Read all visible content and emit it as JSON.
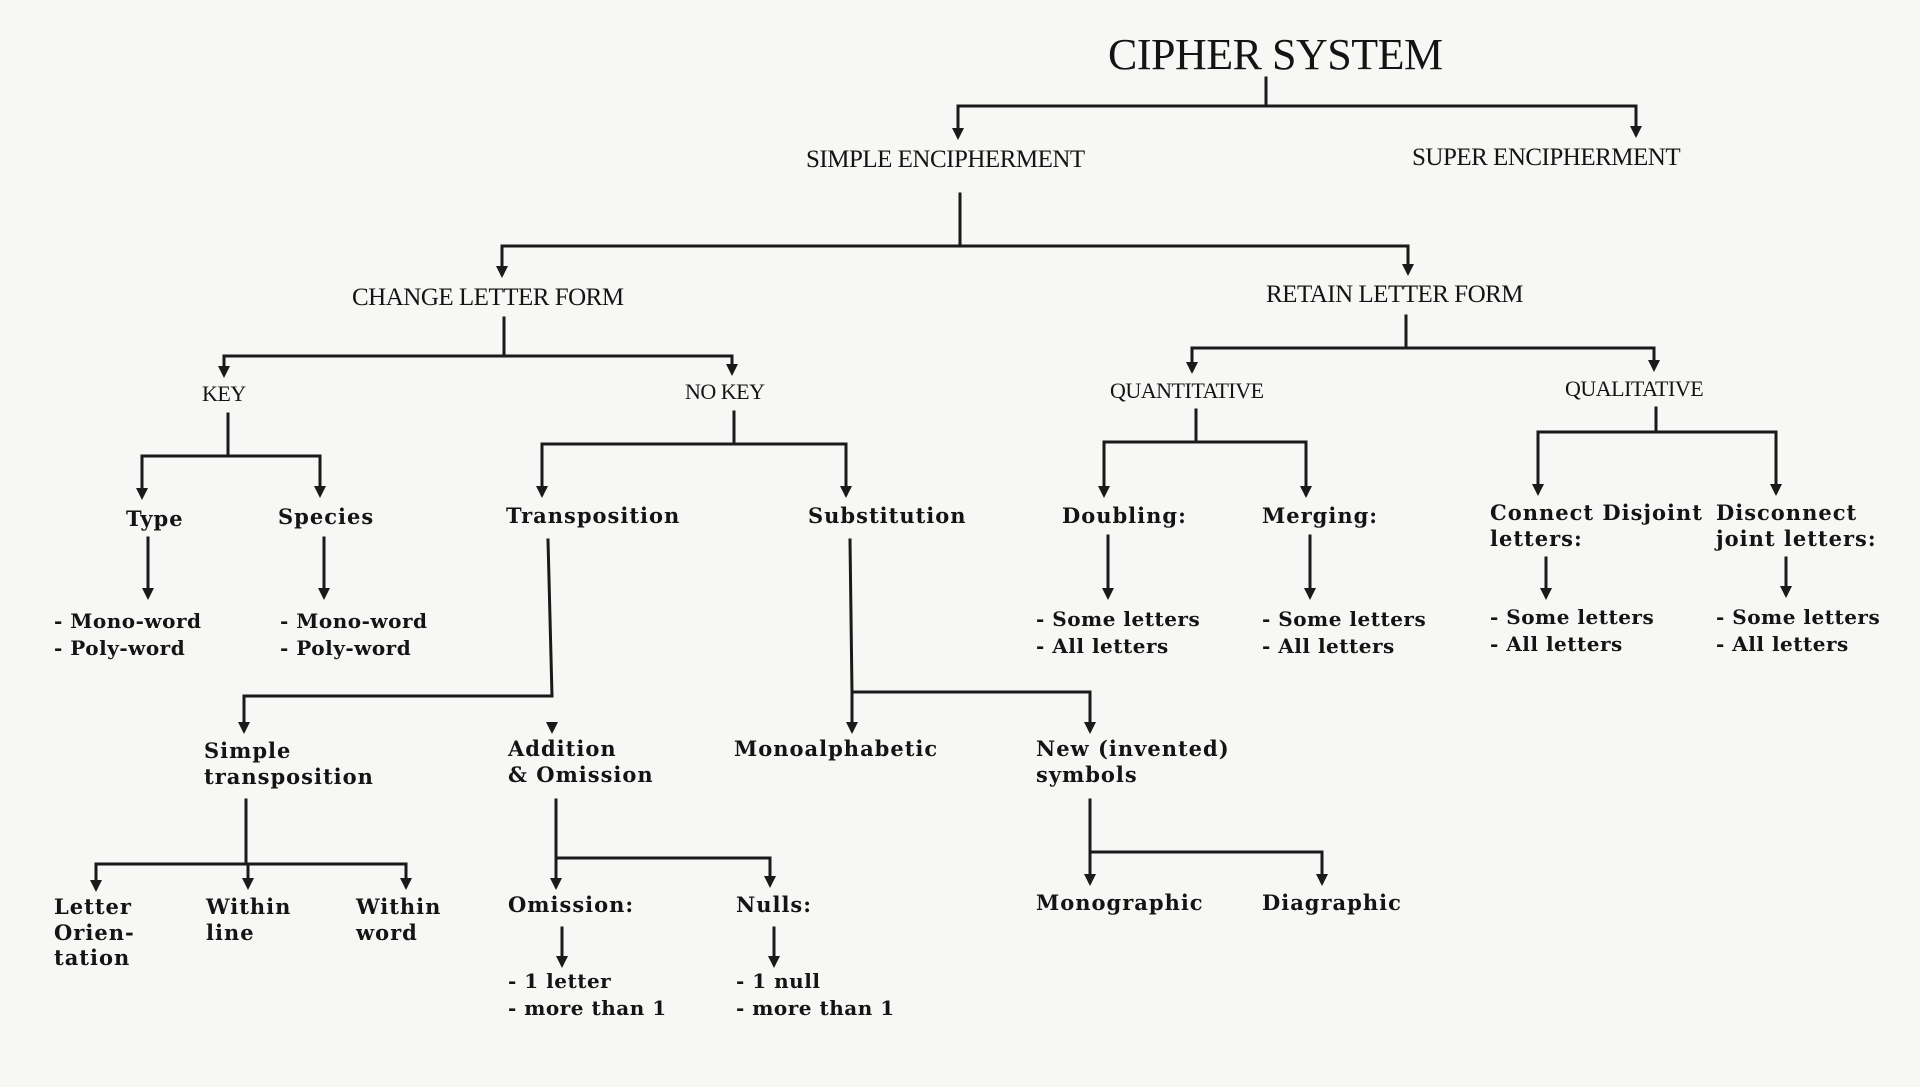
{
  "title": "CIPHER SYSTEM",
  "nodes": {
    "simple_encipherment": "SIMPLE ENCIPHERMENT",
    "super_encipherment": "SUPER ENCIPHERMENT",
    "change_letter_form": "CHANGE LETTER FORM",
    "retain_letter_form": "RETAIN LETTER FORM",
    "key": "KEY",
    "no_key": "NO KEY",
    "quantitative": "QUANTITATIVE",
    "qualitative": "QUALITATIVE",
    "type": "Type",
    "species": "Species",
    "transposition": "Transposition",
    "substitution": "Substitution",
    "doubling": "Doubling:",
    "merging": "Merging:",
    "connect_disjoint": "Connect Disjoint\nletters:",
    "disconnect_joint": "Disconnect\njoint letters:",
    "simple_transposition": "Simple\ntransposition",
    "addition_omission": "Addition\n& Omission",
    "monoalphabetic": "Monoalphabetic",
    "new_symbols": "New (invented)\nsymbols",
    "letter_orientation": "Letter\nOrien-\ntation",
    "within_line": "Within\nline",
    "within_word": "Within\nword",
    "omission": "Omission:",
    "nulls": "Nulls:",
    "monographic": "Monographic",
    "diagraphic": "Diagraphic"
  },
  "lists": {
    "type_items": "- Mono-word\n- Poly-word",
    "species_items": "- Mono-word\n- Poly-word",
    "doubling_items": "- Some letters\n- All letters",
    "merging_items": "- Some letters\n- All letters",
    "connect_items": "- Some letters\n- All letters",
    "disconnect_items": "- Some letters\n- All letters",
    "omission_items": "- 1 letter\n- more than 1",
    "nulls_items": "- 1 null\n- more than 1"
  }
}
